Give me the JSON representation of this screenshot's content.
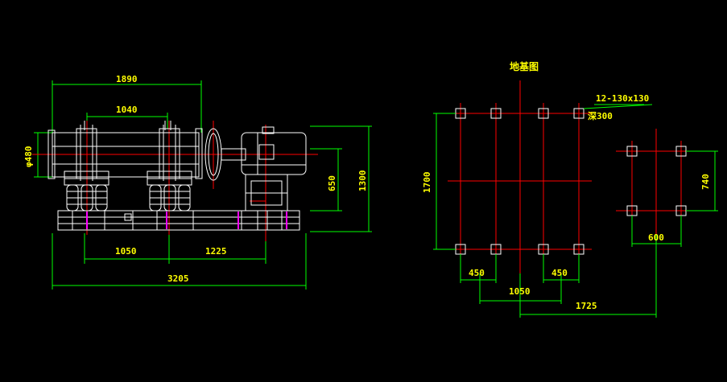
{
  "colors": {
    "background": "#000000",
    "dimension": "#00ff00",
    "drawing": "#ffffff",
    "centerline": "#ff0000",
    "accent": "#ff00ff",
    "label": "#ffff00"
  },
  "side_view": {
    "dims": {
      "d1890": "1890",
      "d1040": "1040",
      "d480": "φ480",
      "d650": "650",
      "d1300": "1300",
      "d1050": "1050",
      "d1225": "1225",
      "d3205": "3205"
    }
  },
  "foundation_plan": {
    "title": "地基图",
    "bolt_spec_1": "12-130x130",
    "bolt_spec_2": "深300",
    "dims": {
      "d1700": "1700",
      "d740": "740",
      "d600": "600",
      "d450_left": "450",
      "d450_right": "450",
      "d1050": "1050",
      "d1725": "1725"
    }
  }
}
